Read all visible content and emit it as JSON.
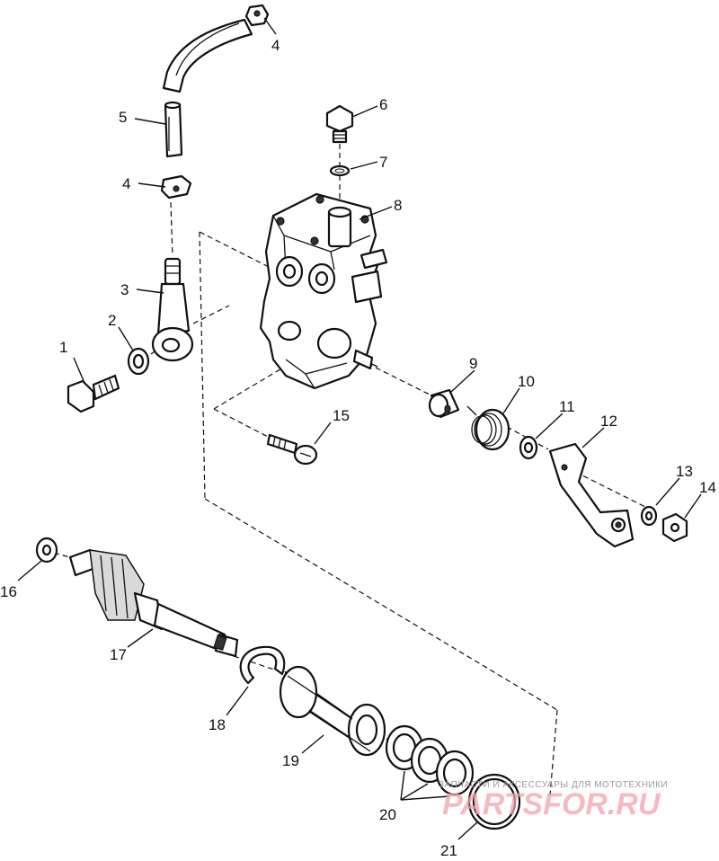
{
  "callouts": [
    "1",
    "2",
    "3",
    "4",
    "4",
    "5",
    "6",
    "7",
    "8",
    "9",
    "10",
    "11",
    "12",
    "13",
    "14",
    "15",
    "16",
    "17",
    "18",
    "19",
    "20",
    "21"
  ],
  "watermark": {
    "tagline": "ЗАПЧАСТИ И АКСЕССУАРЫ ДЛЯ МОТОТЕХНИКИ",
    "site": "PARTSFOR.RU"
  },
  "colors": {
    "line": "#111111",
    "background": "#ffffff",
    "watermark": "#f2a4ad"
  }
}
